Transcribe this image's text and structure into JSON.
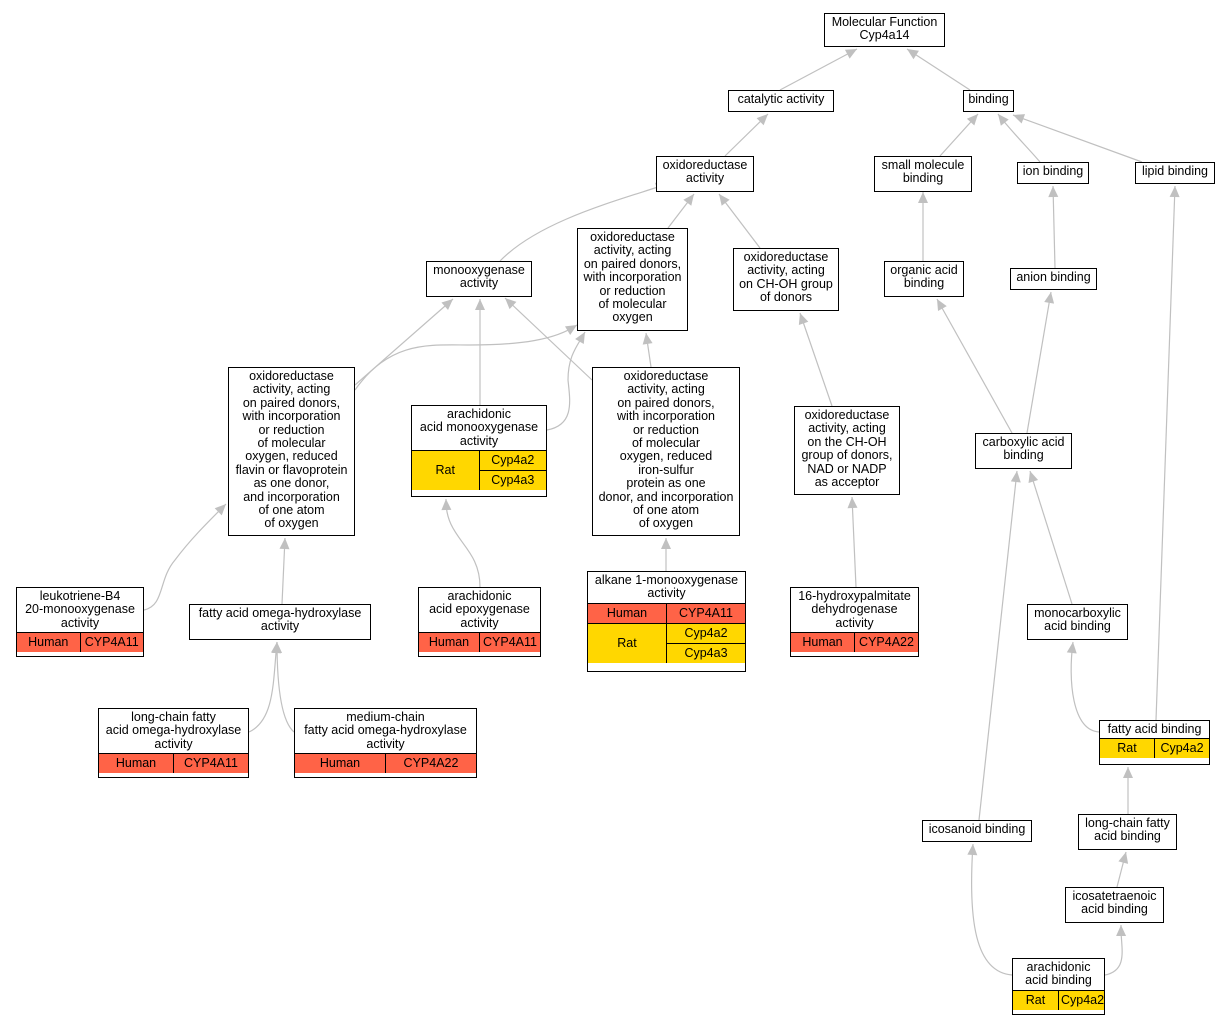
{
  "colors": {
    "human": "#ff6347",
    "rat": "#ffd700",
    "edge": "#c0c0c0"
  },
  "nodes": {
    "mf": {
      "label": "Molecular Function\nCyp4a14"
    },
    "catalytic": {
      "label": "catalytic activity"
    },
    "binding": {
      "label": "binding"
    },
    "oxidoreductase": {
      "label": "oxidoreductase\nactivity"
    },
    "small_molecule": {
      "label": "small molecule\nbinding"
    },
    "ion": {
      "label": "ion binding"
    },
    "lipid": {
      "label": "lipid binding"
    },
    "monooxygenase": {
      "label": "monooxygenase\nactivity"
    },
    "ox_paired": {
      "label": "oxidoreductase\nactivity, acting\non paired donors,\nwith incorporation\nor reduction\nof molecular\noxygen"
    },
    "ox_choh": {
      "label": "oxidoreductase\nactivity, acting\non CH-OH group\nof donors"
    },
    "organic_acid": {
      "label": "organic acid\nbinding"
    },
    "anion": {
      "label": "anion binding"
    },
    "ox_flavin": {
      "label": "oxidoreductase\nactivity, acting\non paired donors,\nwith incorporation\nor reduction\nof molecular\noxygen, reduced\nflavin or flavoprotein\nas one donor,\nand incorporation\nof one atom\nof oxygen"
    },
    "arach_mono": {
      "label": "arachidonic\nacid monooxygenase\nactivity",
      "rows": [
        {
          "species": "Rat",
          "genes": [
            "Cyp4a2",
            "Cyp4a3"
          ]
        }
      ]
    },
    "ox_iron": {
      "label": "oxidoreductase\nactivity, acting\non paired donors,\nwith incorporation\nor reduction\nof molecular\noxygen, reduced\niron-sulfur\nprotein as one\ndonor, and incorporation\nof one atom\nof oxygen"
    },
    "ox_nad": {
      "label": "oxidoreductase\nactivity, acting\non the CH-OH\ngroup of donors,\nNAD or NADP\nas acceptor"
    },
    "carboxylic": {
      "label": "carboxylic acid\nbinding"
    },
    "leukotriene": {
      "label": "leukotriene-B4\n20-monooxygenase\nactivity",
      "rows": [
        {
          "species": "Human",
          "genes": [
            "CYP4A11"
          ]
        }
      ]
    },
    "fa_omega": {
      "label": "fatty acid omega-hydroxylase\nactivity"
    },
    "arach_epox": {
      "label": "arachidonic\nacid epoxygenase\nactivity",
      "rows": [
        {
          "species": "Human",
          "genes": [
            "CYP4A11"
          ]
        }
      ]
    },
    "alkane": {
      "label": "alkane 1-monooxygenase\nactivity",
      "rows": [
        {
          "species": "Human",
          "genes": [
            "CYP4A11"
          ]
        },
        {
          "species": "Rat",
          "genes": [
            "Cyp4a2",
            "Cyp4a3"
          ]
        }
      ]
    },
    "hydroxypalmitate": {
      "label": "16-hydroxypalmitate\ndehydrogenase\nactivity",
      "rows": [
        {
          "species": "Human",
          "genes": [
            "CYP4A22"
          ]
        }
      ]
    },
    "monocarboxylic": {
      "label": "monocarboxylic\nacid binding"
    },
    "long_chain_fa_omega": {
      "label": "long-chain fatty\nacid omega-hydroxylase\nactivity",
      "rows": [
        {
          "species": "Human",
          "genes": [
            "CYP4A11"
          ]
        }
      ]
    },
    "medium_chain": {
      "label": "medium-chain\nfatty acid omega-hydroxylase\nactivity",
      "rows": [
        {
          "species": "Human",
          "genes": [
            "CYP4A22"
          ]
        }
      ]
    },
    "fa_binding": {
      "label": "fatty acid binding",
      "rows": [
        {
          "species": "Rat",
          "genes": [
            "Cyp4a2"
          ]
        }
      ]
    },
    "icosanoid": {
      "label": "icosanoid binding"
    },
    "long_chain_fa_binding": {
      "label": "long-chain fatty\nacid binding"
    },
    "icosatetraenoic": {
      "label": "icosatetraenoic\nacid binding"
    },
    "arach_binding": {
      "label": "arachidonic\nacid binding",
      "rows": [
        {
          "species": "Rat",
          "genes": [
            "Cyp4a2"
          ]
        }
      ]
    }
  },
  "edges": [
    [
      "catalytic",
      "mf"
    ],
    [
      "binding",
      "mf"
    ],
    [
      "oxidoreductase",
      "catalytic"
    ],
    [
      "small_molecule",
      "binding"
    ],
    [
      "ion",
      "binding"
    ],
    [
      "lipid",
      "binding"
    ],
    [
      "monooxygenase",
      "oxidoreductase"
    ],
    [
      "ox_paired",
      "oxidoreductase"
    ],
    [
      "ox_choh",
      "oxidoreductase"
    ],
    [
      "organic_acid",
      "small_molecule"
    ],
    [
      "anion",
      "ion"
    ],
    [
      "ox_flavin",
      "monooxygenase"
    ],
    [
      "ox_flavin",
      "ox_paired"
    ],
    [
      "arach_mono",
      "monooxygenase"
    ],
    [
      "arach_mono",
      "ox_paired"
    ],
    [
      "ox_iron",
      "monooxygenase"
    ],
    [
      "ox_iron",
      "ox_paired"
    ],
    [
      "ox_nad",
      "ox_choh"
    ],
    [
      "carboxylic",
      "organic_acid"
    ],
    [
      "carboxylic",
      "anion"
    ],
    [
      "leukotriene",
      "ox_flavin"
    ],
    [
      "fa_omega",
      "ox_flavin"
    ],
    [
      "arach_epox",
      "arach_mono"
    ],
    [
      "alkane",
      "ox_iron"
    ],
    [
      "hydroxypalmitate",
      "ox_nad"
    ],
    [
      "monocarboxylic",
      "carboxylic"
    ],
    [
      "long_chain_fa_omega",
      "fa_omega"
    ],
    [
      "medium_chain",
      "fa_omega"
    ],
    [
      "fa_binding",
      "monocarboxylic"
    ],
    [
      "fa_binding",
      "lipid"
    ],
    [
      "icosanoid",
      "carboxylic"
    ],
    [
      "long_chain_fa_binding",
      "fa_binding"
    ],
    [
      "icosatetraenoic",
      "long_chain_fa_binding"
    ],
    [
      "arach_binding",
      "icosanoid"
    ],
    [
      "arach_binding",
      "icosatetraenoic"
    ]
  ]
}
